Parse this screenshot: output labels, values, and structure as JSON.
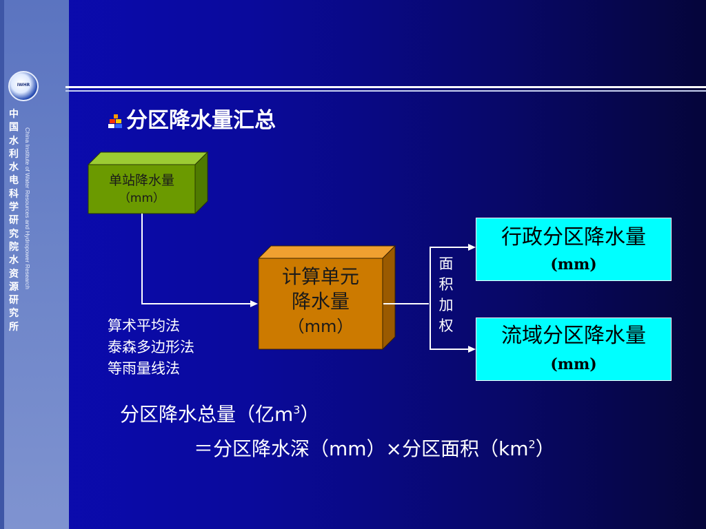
{
  "sidebar": {
    "logo_text": "IWHR",
    "org_cn": "中国水利水电科学研究院水资源研究所",
    "org_en": "China Institute of Water Resources and Hydropower Research"
  },
  "title": "分区降水量汇总",
  "flow": {
    "station": {
      "line1": "单站降水量",
      "line2": "（mm）"
    },
    "compute": {
      "line1": "计算单元",
      "line2": "降水量",
      "line3": "（mm）"
    },
    "methods": [
      "算术平均法",
      "泰森多边形法",
      "等雨量线法"
    ],
    "weight_label": "面积加权",
    "admin": {
      "line1": "行政分区降水量",
      "line2": "(mm)"
    },
    "basin": {
      "line1": "流域分区降水量",
      "line2": "(mm)"
    }
  },
  "formula": {
    "line1_pre": "分区降水总量（亿m",
    "line1_sup": "3",
    "line1_post": "）",
    "line2_pre": "＝分区降水深（mm）×分区面积（km",
    "line2_sup": "2",
    "line2_post": "）"
  },
  "colors": {
    "background": "#0a0a9c",
    "station_box": "#6b9a00",
    "compute_box": "#cc7a00",
    "result_box": "#00ffff",
    "connector": "#ffffff"
  }
}
